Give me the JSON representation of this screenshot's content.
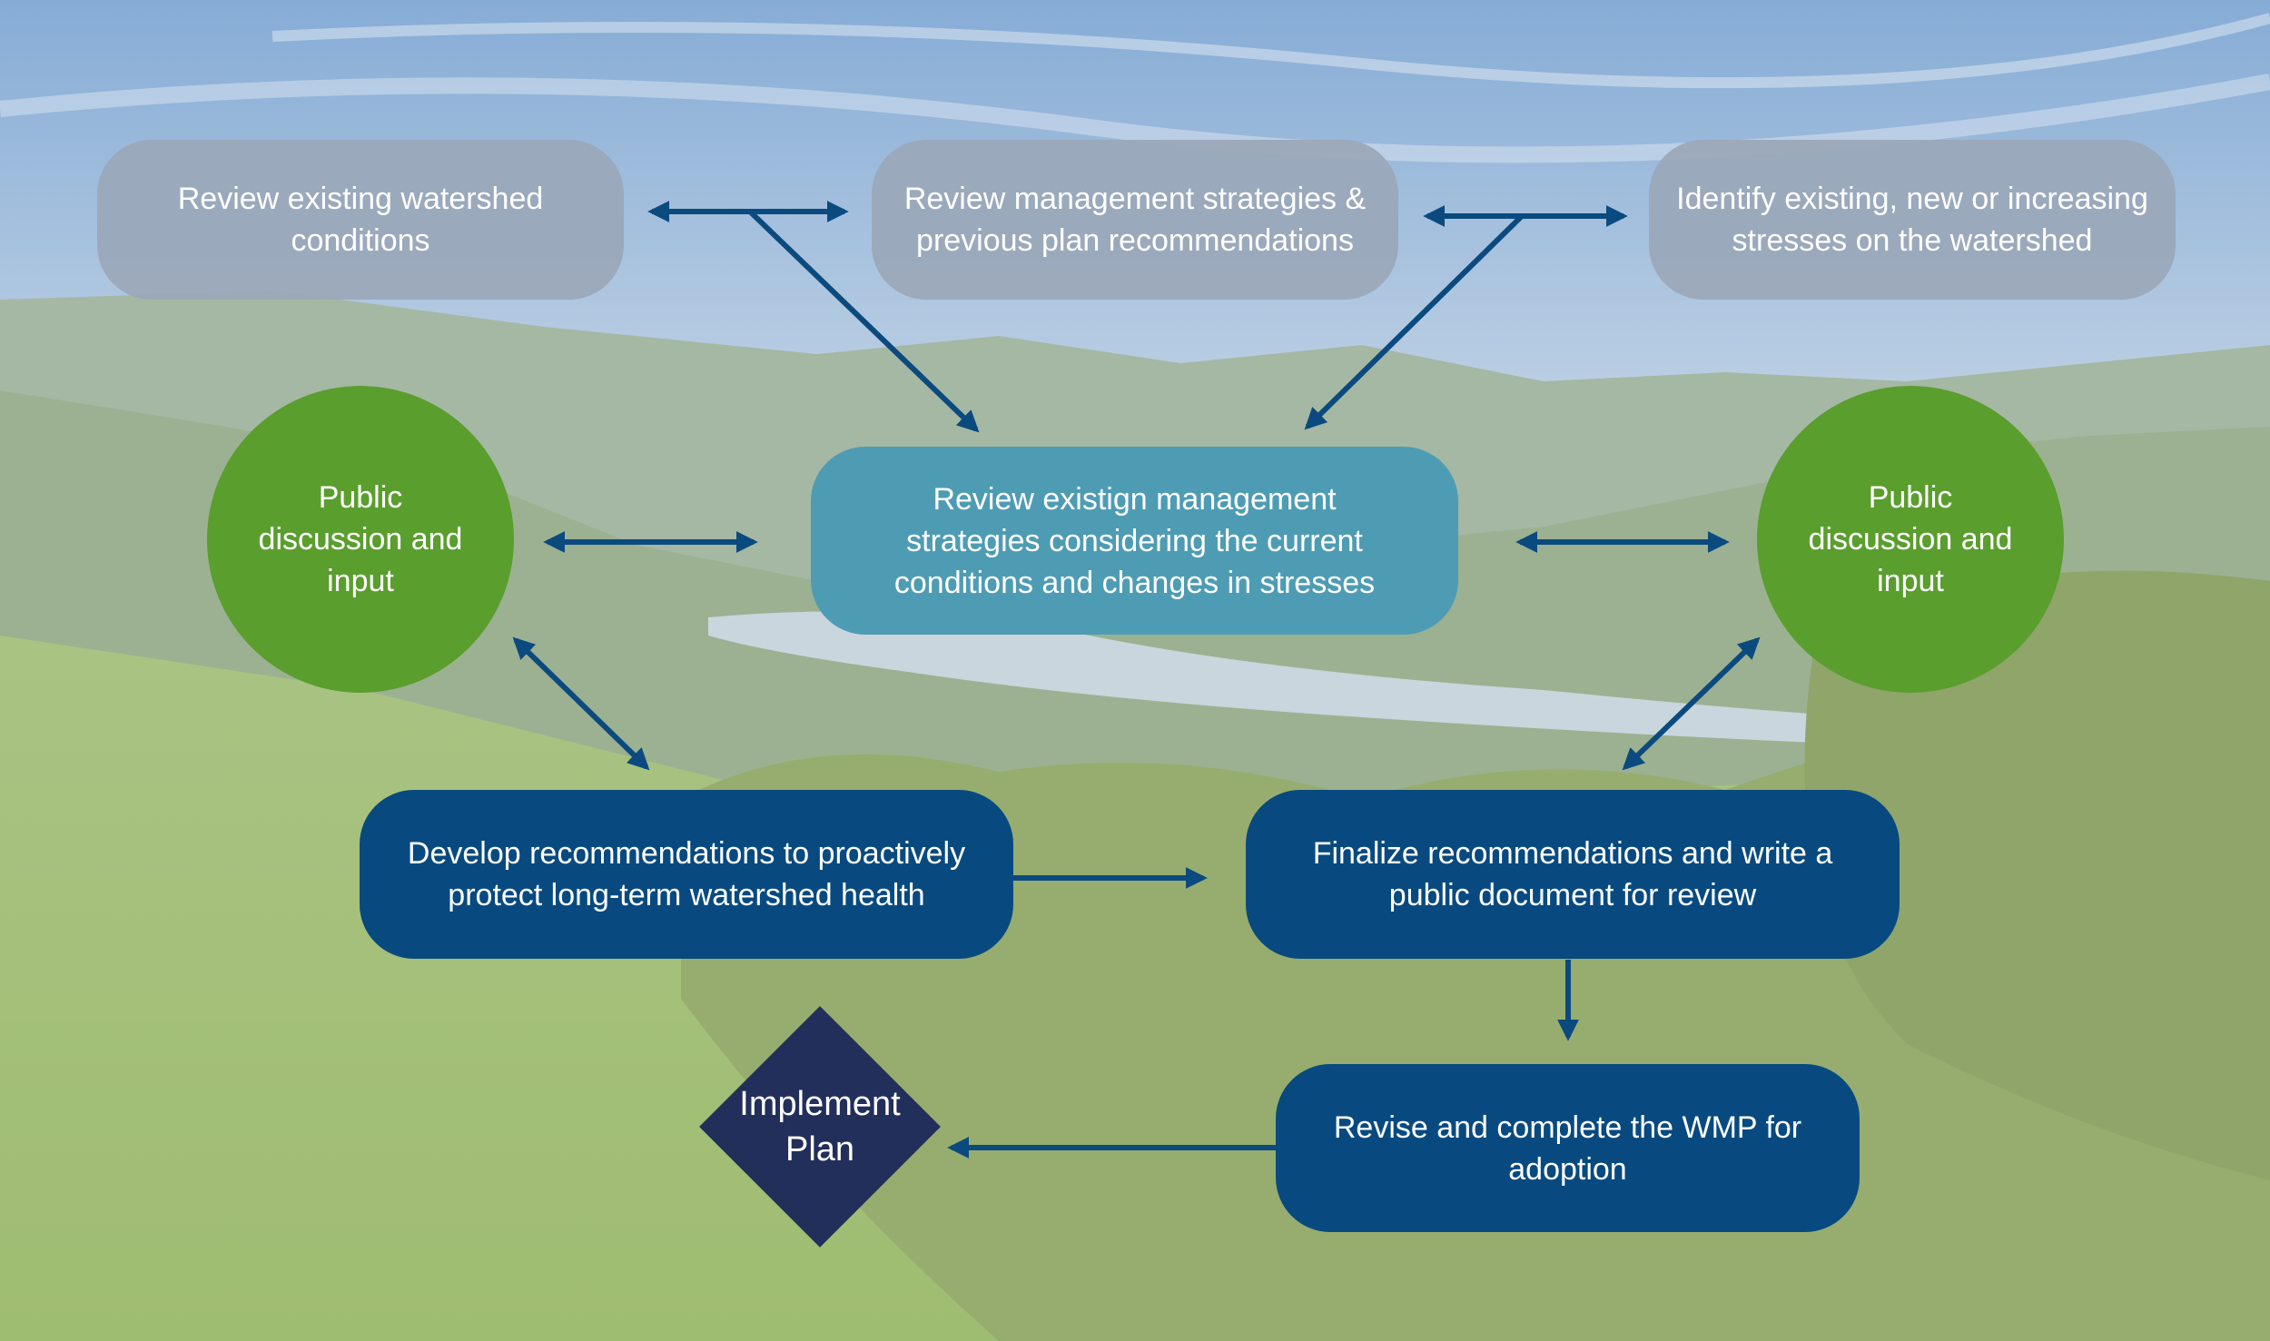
{
  "colors": {
    "gray_box": "#9aa7b9",
    "teal_box": "#4e9cb4",
    "green_circle": "#5a9e2e",
    "navy_box": "#084a80",
    "diamond": "#222f5b",
    "arrow": "#0b4a7e",
    "sky_top": "#8fb2d8",
    "sky_bottom": "#c9d8e6",
    "hills": "#9db29b",
    "meadow": "#a8c27e",
    "trees": "#96ad6e",
    "water": "#c7d4dc"
  },
  "nodes": {
    "review_conditions": "Review existing watershed conditions",
    "review_strategies": "Review management strategies & previous plan recommendations",
    "identify_stresses": "Identify existing, new or increasing stresses on the watershed",
    "public_left": "Public discussion and input",
    "review_center": "Review existign management strategies considering the current conditions and changes in stresses",
    "public_right": "Public discussion and input",
    "develop_recommendations": "Develop recommendations to proactively protect long-term watershed health",
    "finalize_recommendations": "Finalize recommendations and write a public document for review",
    "revise_complete": "Revise and complete the WMP for adoption",
    "implement_plan": "Implement Plan"
  }
}
